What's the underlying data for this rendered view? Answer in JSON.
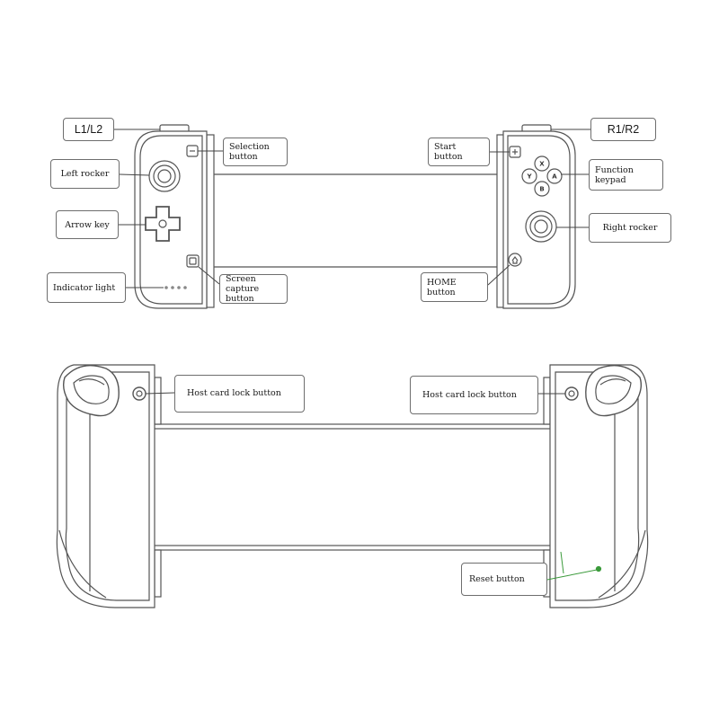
{
  "front_view": {
    "labels": {
      "l1_l2": "L1/L2",
      "r1_r2": "R1/R2",
      "selection_button": "Selection\nbutton",
      "start_button": "Start\nbutton",
      "left_rocker": "Left rocker",
      "function_keypad": "Function\nkeypad",
      "arrow_key": "Arrow key",
      "right_rocker": "Right rocker",
      "indicator_light": "Indicator light",
      "screen_capture_button": "Screen capture\nbutton",
      "home_button": "HOME button"
    },
    "face_buttons": {
      "top": "X",
      "left": "Y",
      "right": "A",
      "bottom": "B"
    }
  },
  "back_view": {
    "labels": {
      "host_card_lock_left": "Host card lock button",
      "host_card_lock_right": "Host card lock button",
      "reset_button": "Reset button"
    }
  },
  "colors": {
    "outline": "#555555",
    "leader": "#444444",
    "accent": "#3a9a3a"
  }
}
